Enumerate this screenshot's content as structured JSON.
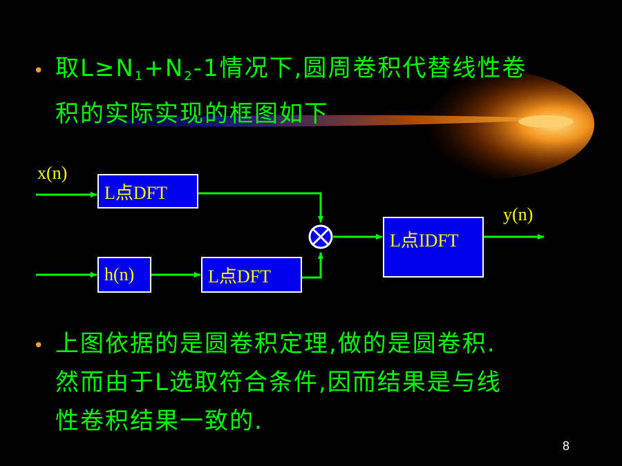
{
  "title": {
    "prefix": "取L≥N",
    "sub1": "1",
    "mid": "+N",
    "sub2": "2",
    "suffix": "-1情况下,圆周卷积代替线性卷",
    "line2": "积的实际实现的框图如下"
  },
  "diagram": {
    "input_x_label": "x(n)",
    "input_h_label": "h(n)",
    "dft_top_label": "L点DFT",
    "dft_bottom_label": "L点DFT",
    "idft_label": "L点IDFT",
    "output_label": "y(n)"
  },
  "bottom_text": {
    "line1": "上图依据的是圆卷积定理,做的是圆卷积.",
    "line2": "然而由于L选取符合条件,因而结果是与线",
    "line3": "性卷积结果一致的."
  },
  "page_number": "8",
  "colors": {
    "background": "#000000",
    "text": "#00ff00",
    "bullet": "#f0a030",
    "block_fill": "#0000ee",
    "label": "#ffff00",
    "wire": "#00ff00"
  }
}
